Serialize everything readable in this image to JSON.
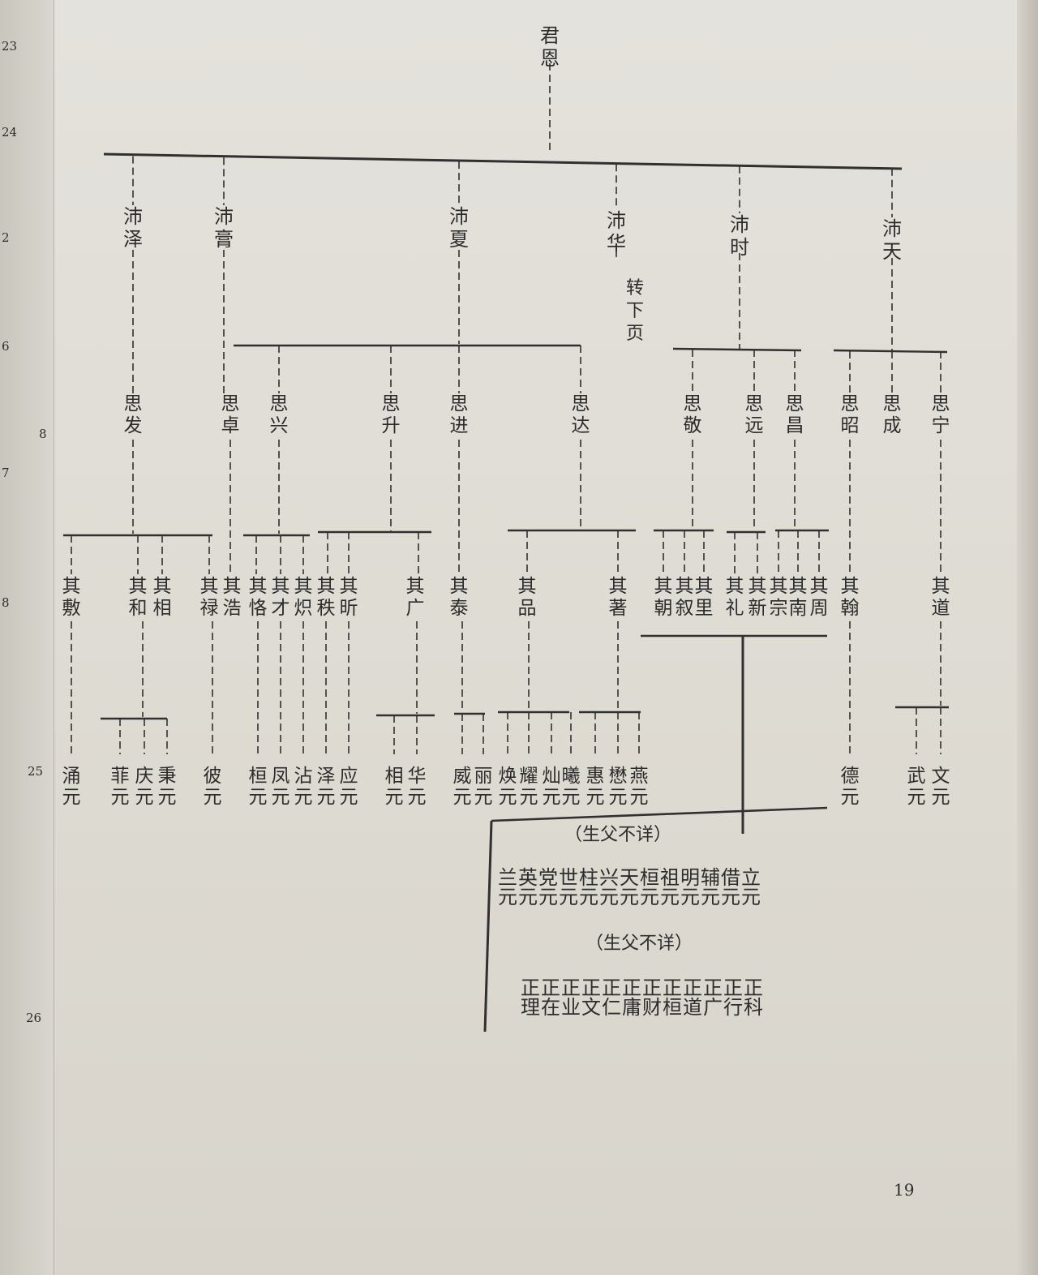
{
  "root": {
    "name": "君恩"
  },
  "generation2": [
    {
      "name": "沛泽"
    },
    {
      "name": "沛膏"
    },
    {
      "name": "沛夏"
    },
    {
      "name": "沛华",
      "note": "转下页"
    },
    {
      "name": "沛时"
    },
    {
      "name": "沛天"
    }
  ],
  "generation3": [
    {
      "name": "思发"
    },
    {
      "name": "思卓"
    },
    {
      "name": "思兴"
    },
    {
      "name": "思升"
    },
    {
      "name": "思进"
    },
    {
      "name": "思达"
    },
    {
      "name": "思敬"
    },
    {
      "name": "思远"
    },
    {
      "name": "思昌"
    },
    {
      "name": "思昭"
    },
    {
      "name": "思成"
    },
    {
      "name": "思宁"
    }
  ],
  "generation4": [
    {
      "name": "其敷"
    },
    {
      "name": "其和"
    },
    {
      "name": "其相"
    },
    {
      "name": "其禄"
    },
    {
      "name": "其浩"
    },
    {
      "name": "其恪"
    },
    {
      "name": "其才"
    },
    {
      "name": "其炽"
    },
    {
      "name": "其秩"
    },
    {
      "name": "其昕"
    },
    {
      "name": "其广"
    },
    {
      "name": "其泰"
    },
    {
      "name": "其品"
    },
    {
      "name": "其著"
    },
    {
      "name": "其朝"
    },
    {
      "name": "其叙"
    },
    {
      "name": "其里"
    },
    {
      "name": "其礼"
    },
    {
      "name": "其新"
    },
    {
      "name": "其宗"
    },
    {
      "name": "其南"
    },
    {
      "name": "其周"
    },
    {
      "name": "其翰"
    },
    {
      "name": "其道"
    }
  ],
  "generation5": [
    {
      "name": "涌元"
    },
    {
      "name": "菲元"
    },
    {
      "name": "庆元"
    },
    {
      "name": "秉元"
    },
    {
      "name": "彼元"
    },
    {
      "name": "桓元"
    },
    {
      "name": "凤元"
    },
    {
      "name": "沾元"
    },
    {
      "name": "泽元"
    },
    {
      "name": "应元"
    },
    {
      "name": "相元"
    },
    {
      "name": "华元"
    },
    {
      "name": "威元"
    },
    {
      "name": "丽元"
    },
    {
      "name": "焕元"
    },
    {
      "name": "耀元"
    },
    {
      "name": "灿元"
    },
    {
      "name": "曦元"
    },
    {
      "name": "惠元"
    },
    {
      "name": "懋元"
    },
    {
      "name": "燕元"
    },
    {
      "name": "德元"
    },
    {
      "name": "武元"
    },
    {
      "name": "文元"
    }
  ],
  "unknown_groups": [
    {
      "label": "（生父不详）",
      "names": [
        "兰元",
        "英元",
        "党元",
        "世元",
        "柱元",
        "兴元",
        "天元",
        "桓元",
        "祖元",
        "明元",
        "辅元",
        "借元",
        "立元"
      ]
    },
    {
      "label": "（生父不详）",
      "names": [
        "正理",
        "正在",
        "正业",
        "正文",
        "正仁",
        "正庸",
        "正财",
        "正桓",
        "正道",
        "正广",
        "正行",
        "正科"
      ]
    }
  ],
  "margin_numbers": [
    "23",
    "24",
    "2",
    "6",
    "8",
    "7",
    "8",
    "25",
    "26"
  ],
  "page_number": "19",
  "colors": {
    "paper": "#e2e0da",
    "ink": "#2c2c2c"
  }
}
